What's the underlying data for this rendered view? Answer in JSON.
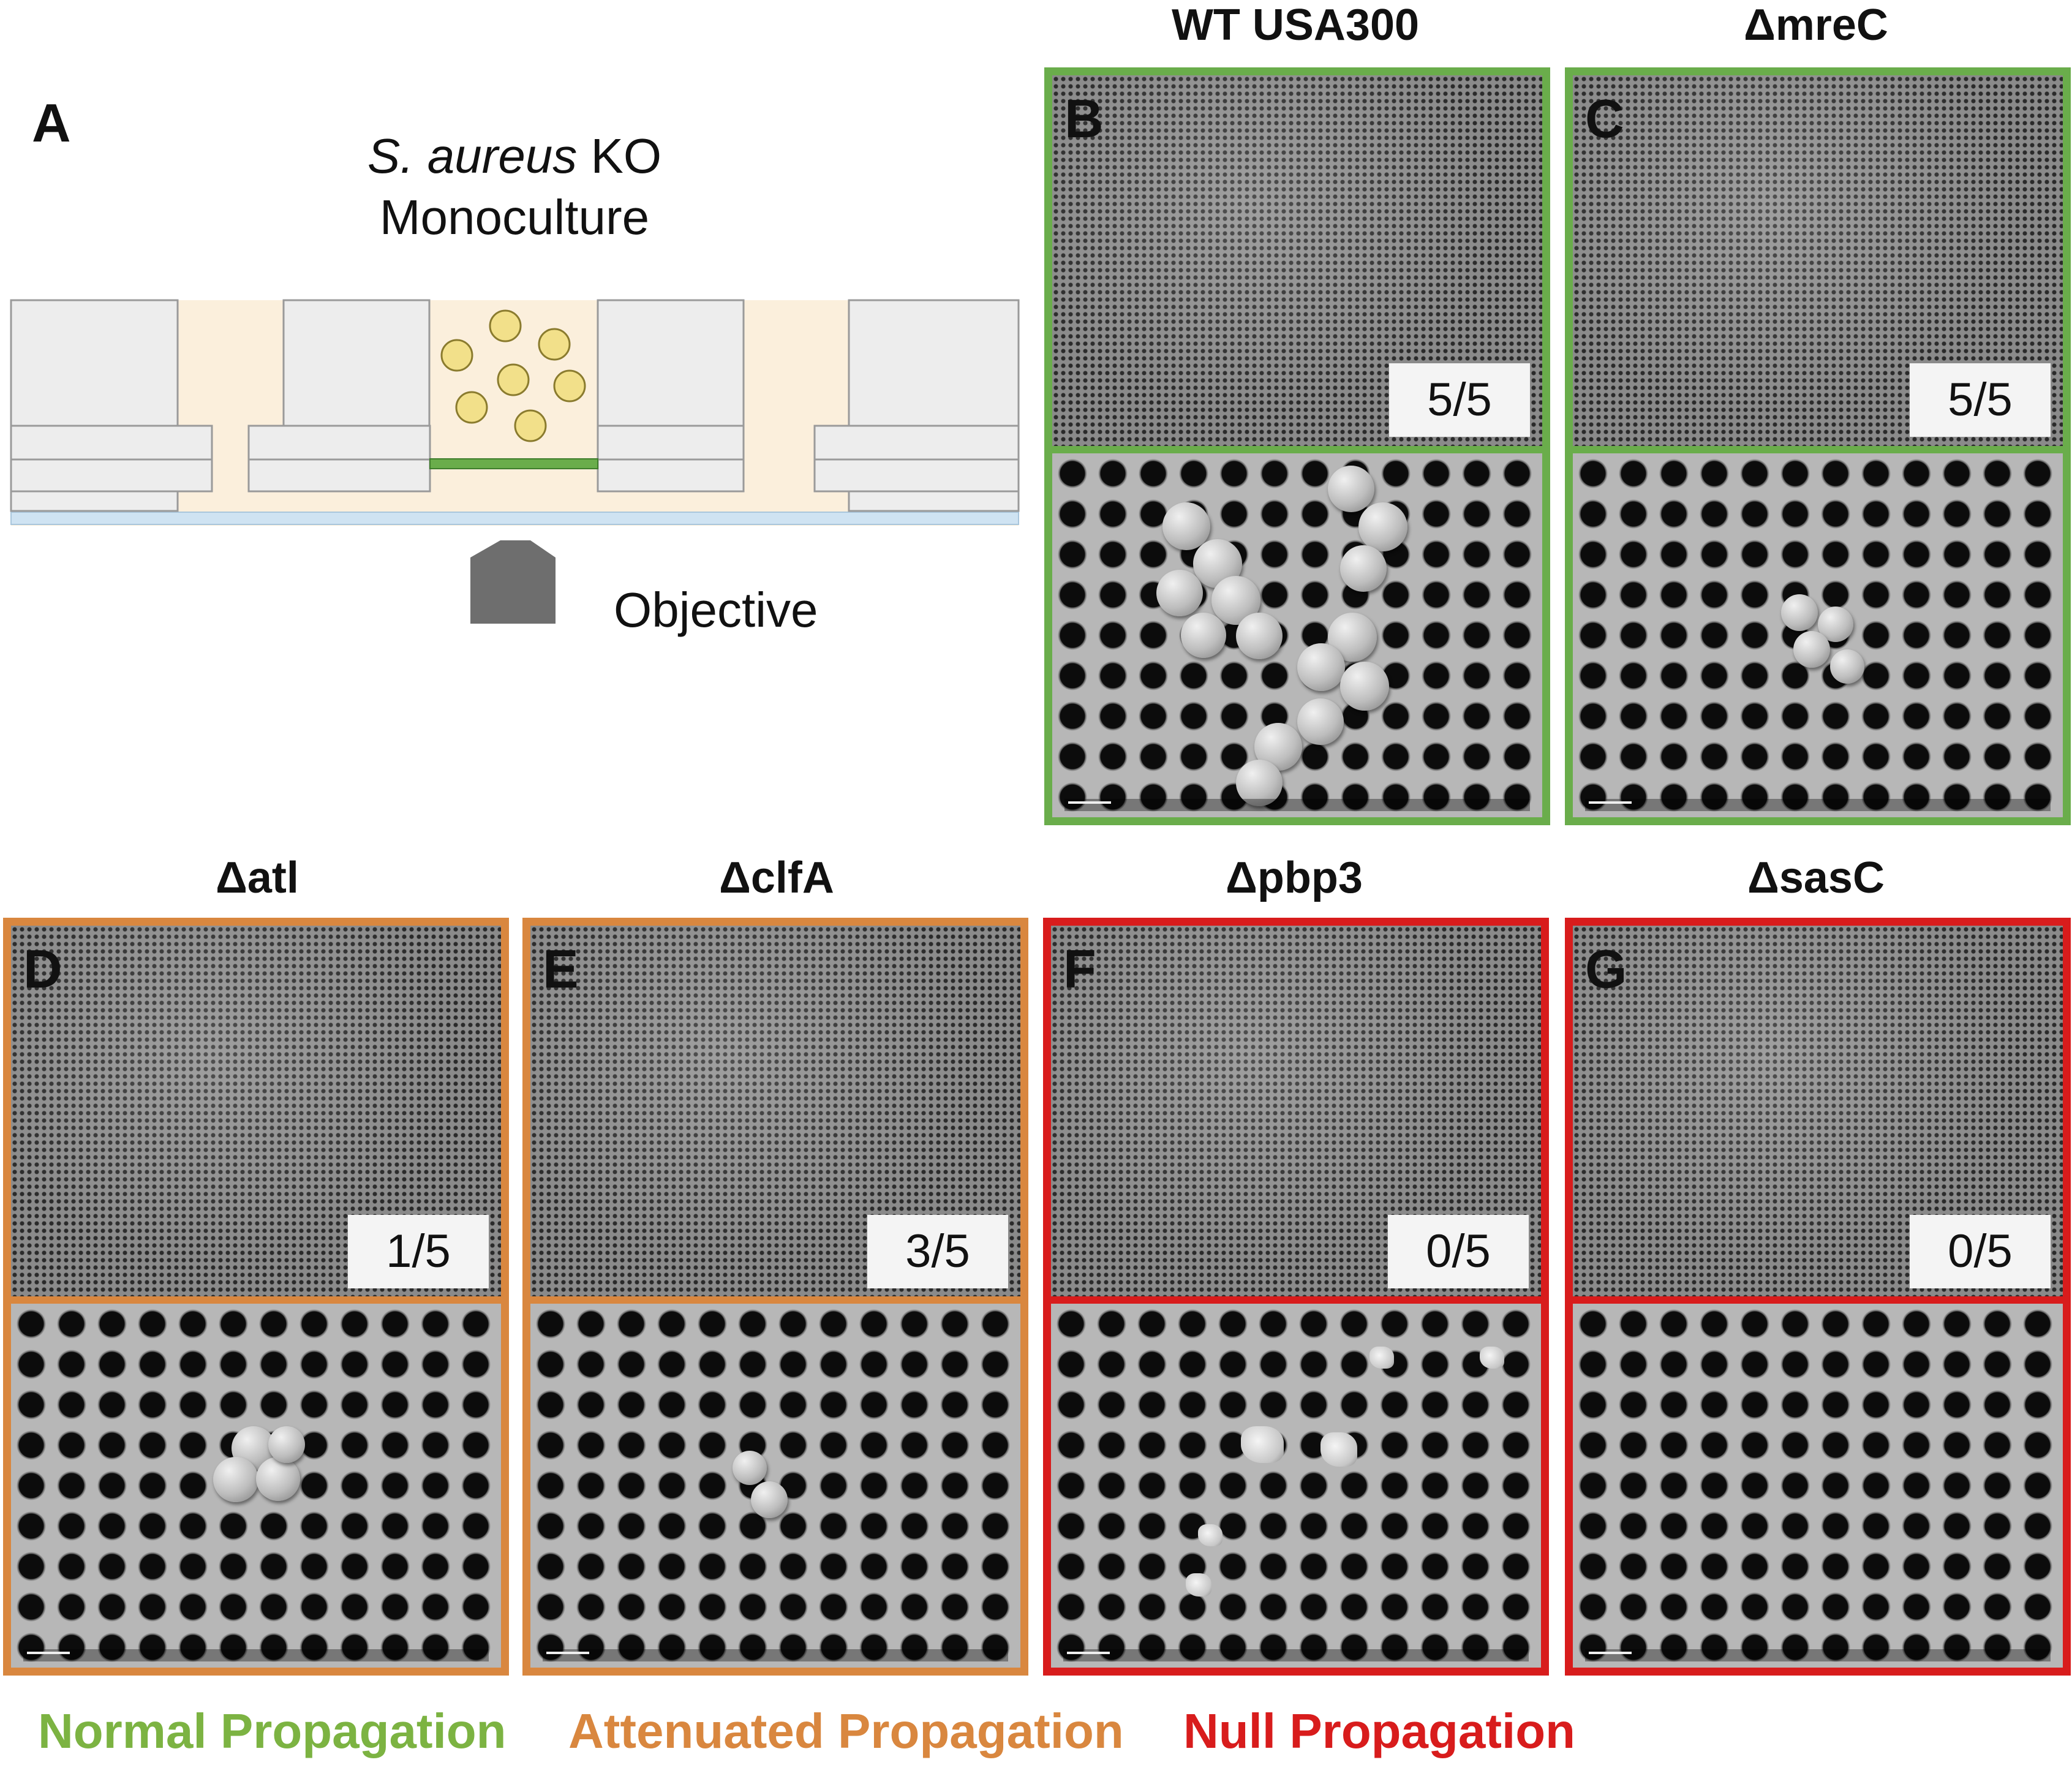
{
  "panel_a": {
    "letter": "A",
    "title_italic": "S. aureus",
    "title_rest": " KO",
    "subtitle": "Monoculture",
    "objective_label": "Objective"
  },
  "panels": [
    {
      "letter": "B",
      "title": "WT USA300",
      "fraction": "5/5",
      "category": "normal"
    },
    {
      "letter": "C",
      "title": "ΔmreC",
      "fraction": "5/5",
      "category": "normal"
    },
    {
      "letter": "D",
      "title": "Δatl",
      "fraction": "1/5",
      "category": "attenuated"
    },
    {
      "letter": "E",
      "title": "ΔclfA",
      "fraction": "3/5",
      "category": "attenuated"
    },
    {
      "letter": "F",
      "title": "Δpbp3",
      "fraction": "0/5",
      "category": "null"
    },
    {
      "letter": "G",
      "title": "ΔsasC",
      "fraction": "0/5",
      "category": "null"
    }
  ],
  "legend": {
    "normal": "Normal Propagation",
    "attenuated": "Attenuated Propagation",
    "null": "Null Propagation"
  },
  "colors": {
    "normal": "#6aad4b",
    "attenuated": "#d9873f",
    "null": "#d81c1c",
    "medium": "#fbefdc",
    "membrane": "#6aad4b",
    "coverslip": "#cfe3f2",
    "objective": "#6e6e6e",
    "bacteria": "#f2e08a"
  }
}
